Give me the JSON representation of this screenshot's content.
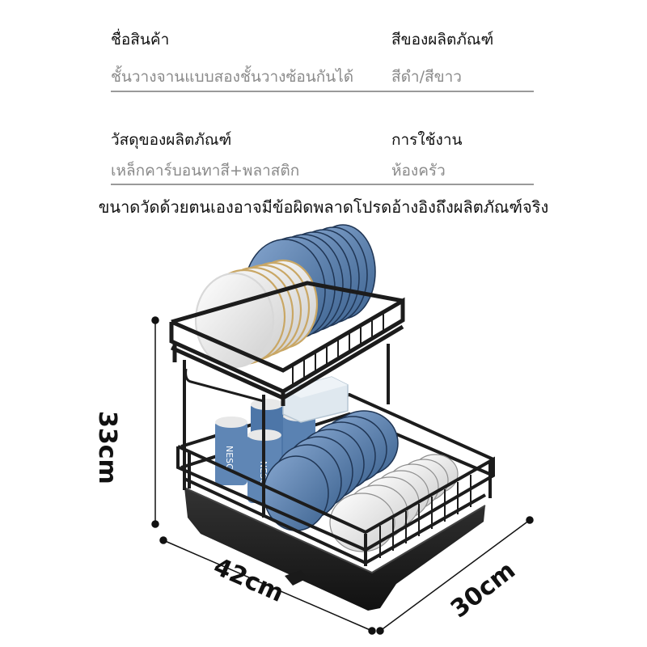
{
  "specs": [
    {
      "label": "ชื่อสินค้า",
      "value": "ชั้นวางจานแบบสองชั้นวางซ้อนกันได้"
    },
    {
      "label": "สีของผลิตภัณฑ์",
      "value": "สีดำ/สีขาว"
    },
    {
      "label": "วัสดุของผลิตภัณฑ์",
      "value": "เหล็กคาร์บอนทาสี+พลาสติก"
    },
    {
      "label": "การใช้งาน",
      "value": "ห้องครัว"
    }
  ],
  "disclaimer": "ขนาดวัดด้วยตนเองอาจมีข้อผิดพลาดโปรดอ้างอิงถึงผลิตภัณฑ์จริง",
  "dimensions": {
    "height": "33cm",
    "width": "42cm",
    "depth": "30cm"
  },
  "mug_brand": "NESC",
  "colors": {
    "rack": "#1c1c1c",
    "plate_blue": "#5f86b5",
    "plate_white": "#f2f2f2",
    "plate_rim": "#c9a765"
  }
}
